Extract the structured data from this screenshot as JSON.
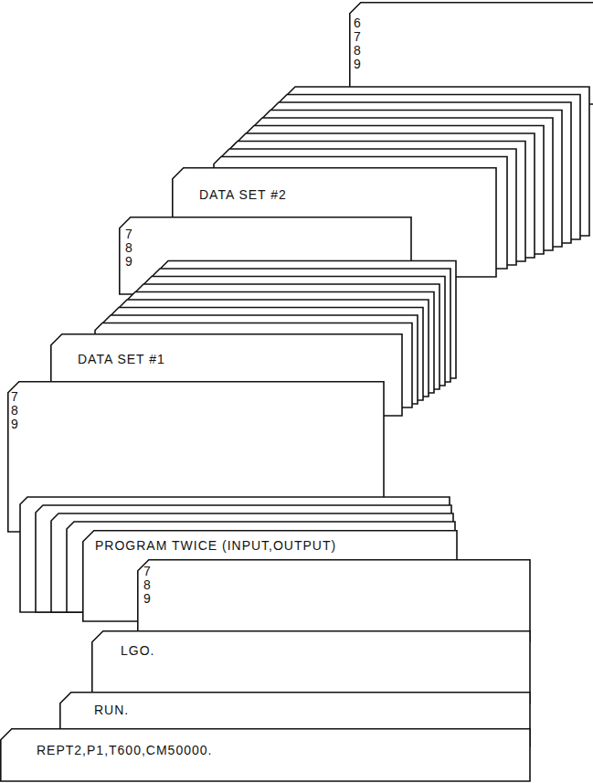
{
  "diagram": {
    "nodes": [
      {
        "text": [
          "6 7 8 9"
        ]
      },
      {
        "text": [
          "DATA SET #2"
        ]
      },
      {
        "text": [
          "7 8 9"
        ]
      },
      {
        "text": [
          "DATA SET #1"
        ]
      },
      {
        "text": [
          "7 8 9"
        ]
      },
      {
        "text": [
          "PROGRAM TWICE (INPUT,OUTPUT)"
        ]
      },
      {
        "text": [
          "7 8 9"
        ]
      },
      {
        "text": [
          "LGO."
        ]
      },
      {
        "text": [
          "RUN."
        ]
      },
      {
        "text": [
          "REPT2,P1,T600,CM50000."
        ]
      }
    ]
  }
}
